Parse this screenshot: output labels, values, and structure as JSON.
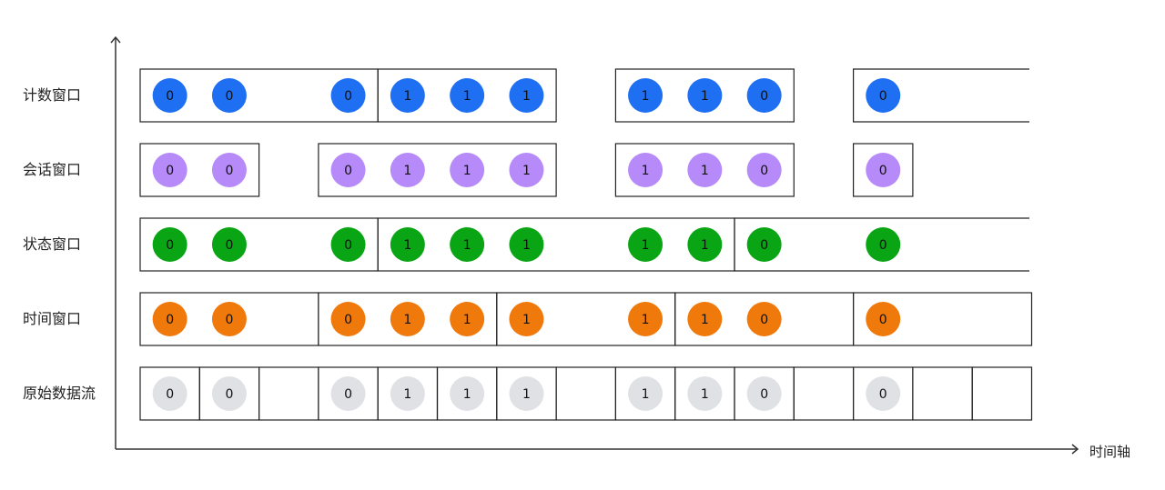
{
  "axis": {
    "x_label": "时间轴"
  },
  "colors": {
    "count": "#1f6ff2",
    "session": "#b68af8",
    "state": "#0aa514",
    "time": "#f0790c",
    "raw": "#dfe1e5"
  },
  "rows": [
    {
      "key": "count",
      "label": "计数窗口"
    },
    {
      "key": "session",
      "label": "会话窗口"
    },
    {
      "key": "state",
      "label": "状态窗口"
    },
    {
      "key": "time",
      "label": "时间窗口"
    },
    {
      "key": "raw",
      "label": "原始数据流"
    }
  ],
  "events": [
    {
      "slot": 0,
      "value": "0"
    },
    {
      "slot": 1,
      "value": "0"
    },
    {
      "slot": 3,
      "value": "0"
    },
    {
      "slot": 4,
      "value": "1"
    },
    {
      "slot": 5,
      "value": "1"
    },
    {
      "slot": 6,
      "value": "1"
    },
    {
      "slot": 8,
      "value": "1"
    },
    {
      "slot": 9,
      "value": "1"
    },
    {
      "slot": 10,
      "value": "0"
    },
    {
      "slot": 12,
      "value": "0"
    }
  ]
}
